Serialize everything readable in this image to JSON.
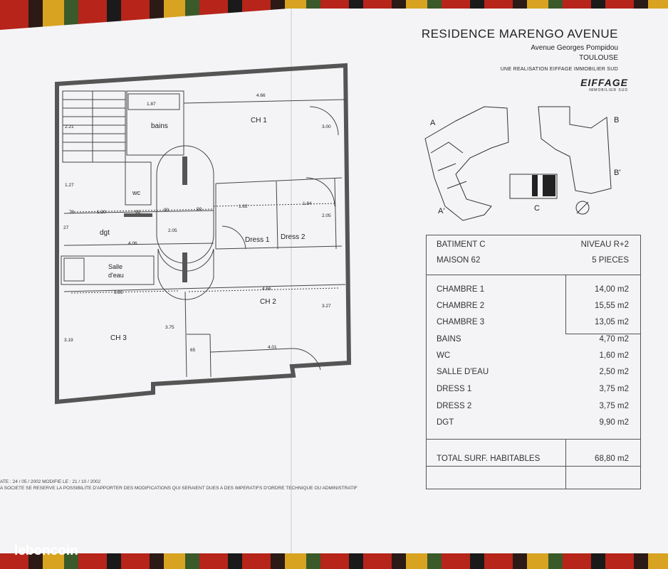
{
  "header": {
    "title": "RESIDENCE MARENGO AVENUE",
    "street": "Avenue  Georges Pompidou",
    "city": "TOULOUSE",
    "realisation": "UNE REALISATION EIFFAGE IMMOBILIER SUD",
    "brand": "EIFFAGE",
    "brand_sub": "IMMOBILIER SUD"
  },
  "site_plan": {
    "labels": [
      "A",
      "B",
      "B'",
      "A'",
      "C"
    ]
  },
  "table": {
    "batiment": "BATIMENT C",
    "niveau": "NIVEAU R+2",
    "maison": "MAISON 62",
    "pieces": "5 PIECES",
    "rows": [
      {
        "room": "CHAMBRE 1",
        "area": "14,00 m2"
      },
      {
        "room": "CHAMBRE 2",
        "area": "15,55 m2"
      },
      {
        "room": "CHAMBRE 3",
        "area": "13,05 m2"
      },
      {
        "room": "BAINS",
        "area": "4,70 m2"
      },
      {
        "room": "WC",
        "area": "1,60 m2"
      },
      {
        "room": "SALLE D'EAU",
        "area": "2,50 m2"
      },
      {
        "room": "DRESS 1",
        "area": "3,75 m2"
      },
      {
        "room": "DRESS 2",
        "area": "3,75 m2"
      },
      {
        "room": "DGT",
        "area": "9,90 m2"
      }
    ],
    "total_label": "TOTAL SURF. HABITABLES",
    "total_value": "68,80 m2"
  },
  "plan": {
    "rooms": {
      "ch1": "CH 1",
      "ch2": "CH 2",
      "ch3": "CH 3",
      "bains": "bains",
      "wc": "wc",
      "dgt": "dgt",
      "salle": "Salle",
      "deau": "d'eau",
      "dress1": "Dress 1",
      "dress2": "Dress 2"
    },
    "dims": [
      "1.87",
      "4.66",
      "3.00",
      "2.21",
      "1.27",
      "1.20",
      "92",
      "90",
      "90",
      "1.82",
      "1.84",
      "2.05",
      "2.05",
      "4.06",
      "3.81",
      "4.66",
      "3.27",
      "3.75",
      "3.19",
      "65",
      "4.01",
      "70",
      "27"
    ]
  },
  "footer": {
    "line1": "ATE : 24 / 05 / 2002  MODIFIE LE :  21 / 10 / 2002",
    "line2": "A SOCIETE SE RESERVE LA POSSIBILITE D'APPORTER DES MODIFICATIONS  QUI SERAIENT  DUES A DES IMPERATIFS D'ORDRE TECHNIQUE OU ADMINISTRATIF"
  },
  "watermark": "leboncoin"
}
